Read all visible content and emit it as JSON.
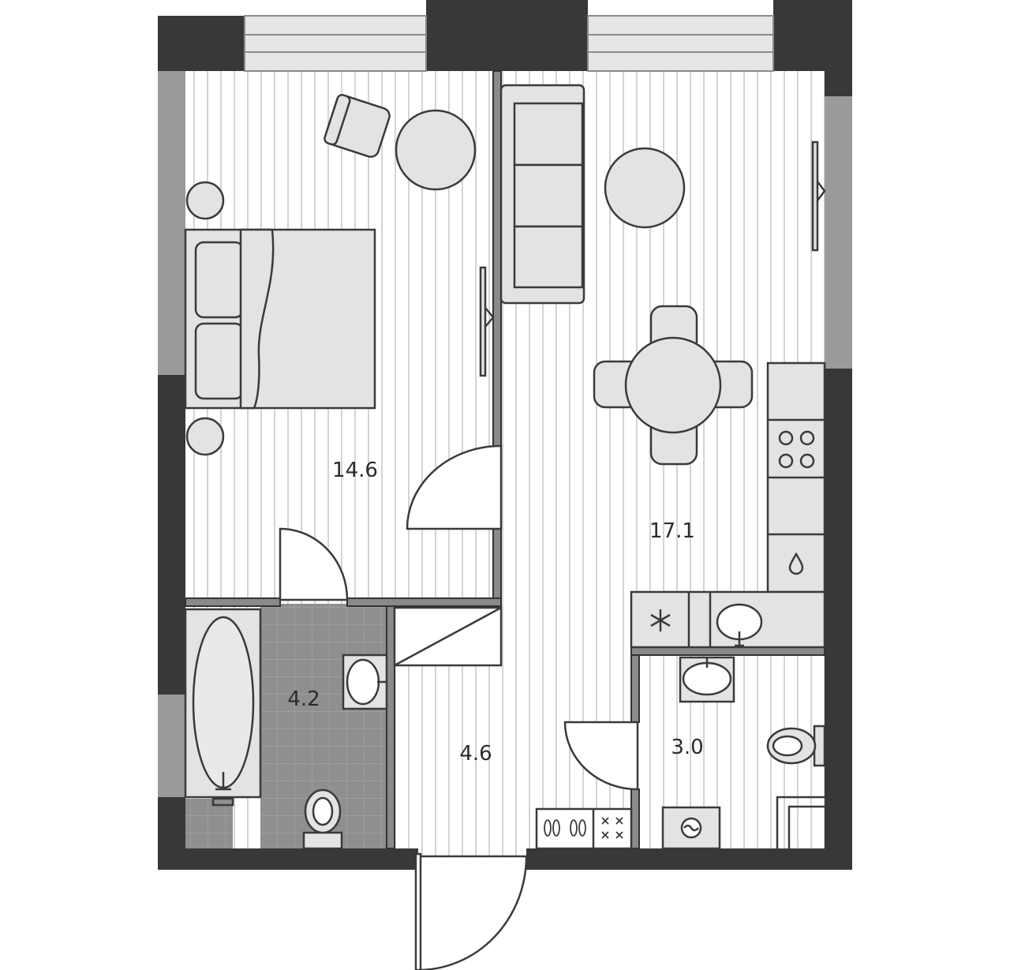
{
  "floor_plan": {
    "colors": {
      "wall": "#383838",
      "window": "#e6e6e6",
      "window_side": "#9a9a9a",
      "floor": "#ffffff",
      "floor_stripe": "#c9c9c9",
      "furniture": "#e3e3e3",
      "outline": "#3a3a3a",
      "tile": "#8f8f8f"
    },
    "rooms": [
      {
        "id": "bedroom",
        "area": "14.6"
      },
      {
        "id": "living-kitchen",
        "area": "17.1"
      },
      {
        "id": "bathroom",
        "area": "4.2"
      },
      {
        "id": "hallway",
        "area": "4.6"
      },
      {
        "id": "toilet",
        "area": "3.0"
      }
    ],
    "icons": [
      "bed-icon",
      "armchair-icon",
      "sofa-icon",
      "dining-table-icon",
      "stove-icon",
      "sink-icon",
      "bathtub-icon",
      "toilet-icon",
      "washing-machine-icon",
      "shoe-rack-icon",
      "tv-icon",
      "fridge-icon"
    ]
  }
}
